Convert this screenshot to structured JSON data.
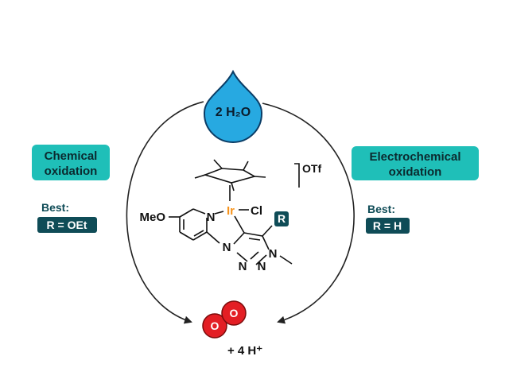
{
  "water": {
    "label": "2 H₂O"
  },
  "product": {
    "o_left": "O",
    "o_right": "O",
    "protons": "+ 4 H⁺"
  },
  "left_panel": {
    "method_line1": "Chemical",
    "method_line2": "oxidation",
    "best_label": "Best:",
    "best_value": "R = OEt"
  },
  "right_panel": {
    "method_line1": "Electrochemical",
    "method_line2": "oxidation",
    "best_label": "Best:",
    "best_value": "R = H"
  },
  "complex": {
    "counterion": "OTf",
    "metal": "Ir",
    "chloride": "Cl",
    "methoxy": "MeO",
    "pyridine_n": "N",
    "triazole_n1": "N",
    "triazole_n2": "N",
    "triazole_n3": "N",
    "r_group": "R"
  },
  "colors": {
    "teal_box": "#1fbfb8",
    "dark_teal": "#0f4c57",
    "water_blue": "#27a9e1",
    "oxygen_red": "#e31e24",
    "iridium_orange": "#f7941d",
    "line_dark": "#222222"
  }
}
